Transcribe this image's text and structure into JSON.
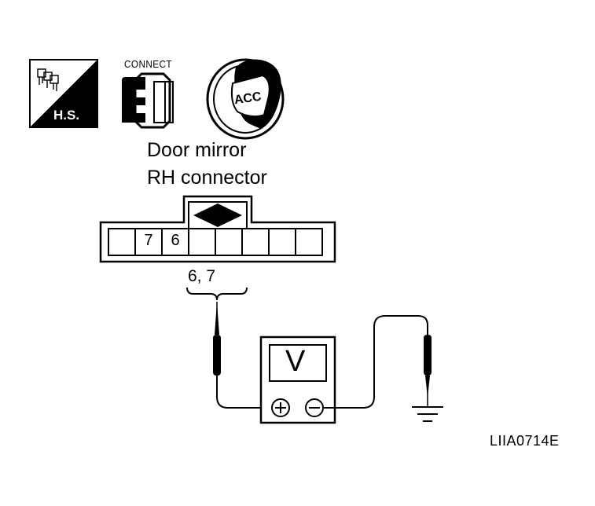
{
  "icons": {
    "hs": {
      "name": "harness-sheet-icon",
      "label": "H.S."
    },
    "connect": {
      "name": "connect-connector-icon",
      "label": "CONNECT"
    },
    "ignition": {
      "name": "ignition-acc-icon",
      "label": "ACC"
    }
  },
  "connector": {
    "title_line1": "Door mirror",
    "title_line2": "RH connector",
    "pins": [
      "7",
      "6"
    ],
    "probe_pins_label": "6, 7"
  },
  "meter": {
    "label": "V",
    "positive": "+",
    "negative": "−"
  },
  "figure_code": "LIIA0714E"
}
